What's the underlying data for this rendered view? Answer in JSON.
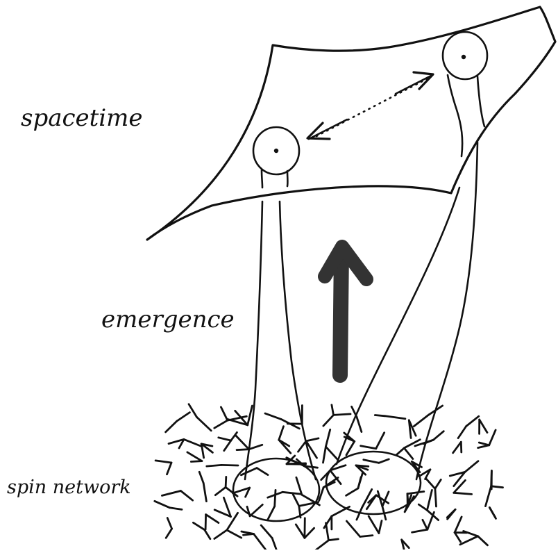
{
  "labels": {
    "spacetime": "spacetime",
    "emergence": "emergence",
    "spin_network": "spin network"
  },
  "colors": {
    "ink": "#111111",
    "arrow": "#333333",
    "background": "#ffffff"
  }
}
